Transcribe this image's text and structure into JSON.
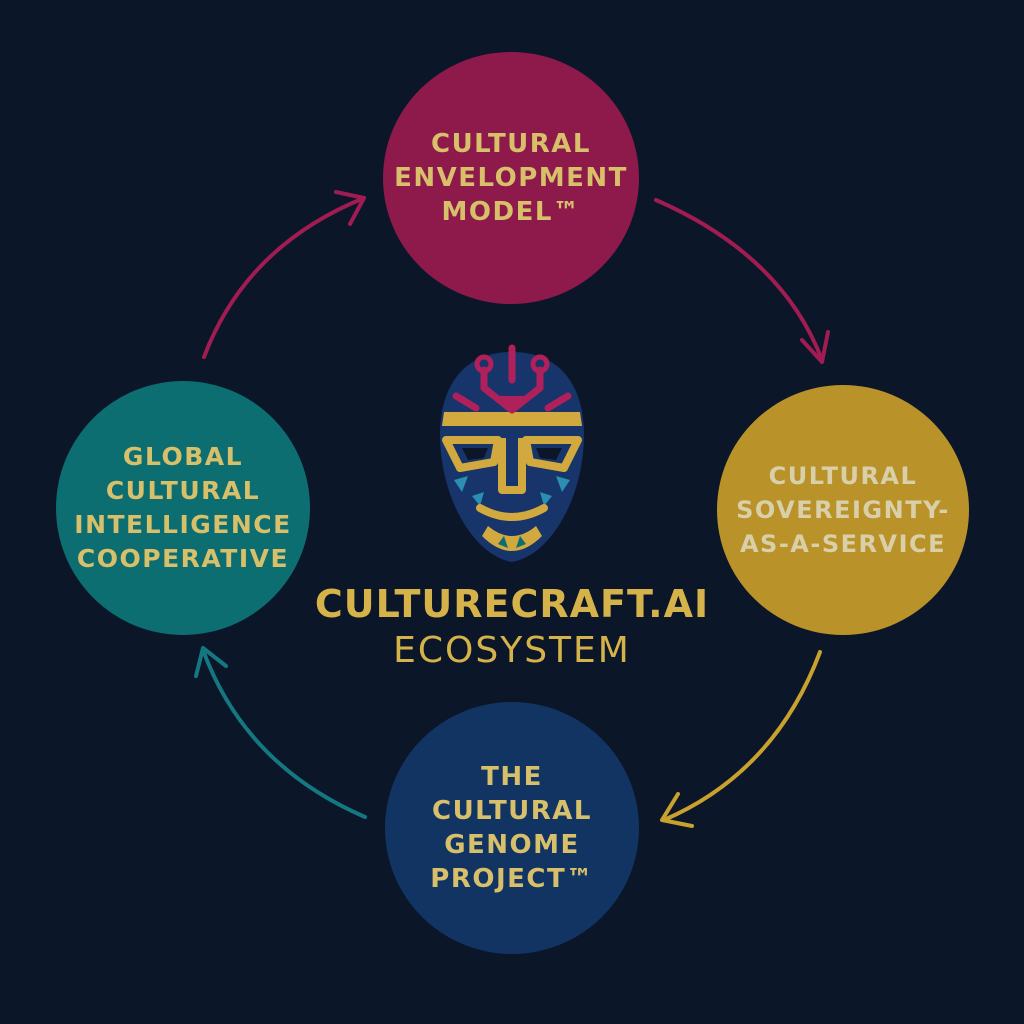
{
  "diagram": {
    "center": {
      "title": "CULTURECRAFT.AI",
      "subtitle": "ECOSYSTEM",
      "logo_icon": "tribal-mask-circuit-icon"
    },
    "nodes": {
      "top": {
        "lines": [
          "CULTURAL",
          "ENVELOPMENT",
          "MODEL™"
        ],
        "color": "#8e1a4c"
      },
      "right": {
        "lines": [
          "CULTURAL",
          "SOVEREIGNTY-",
          "AS-A-SERVICE"
        ],
        "color": "#b9932a"
      },
      "bottom": {
        "lines": [
          "THE",
          "CULTURAL",
          "GENOME",
          "PROJECT™"
        ],
        "color": "#123463"
      },
      "left": {
        "lines": [
          "GLOBAL",
          "CULTURAL",
          "INTELLIGENCE",
          "COOPERATIVE"
        ],
        "color": "#0d6e72"
      }
    },
    "flow": "clockwise",
    "colors": {
      "background": "#0b1628",
      "text_gold": "#d8c06a",
      "text_cream": "#d9cfa8",
      "brand_gold": "#d6b24a"
    }
  }
}
